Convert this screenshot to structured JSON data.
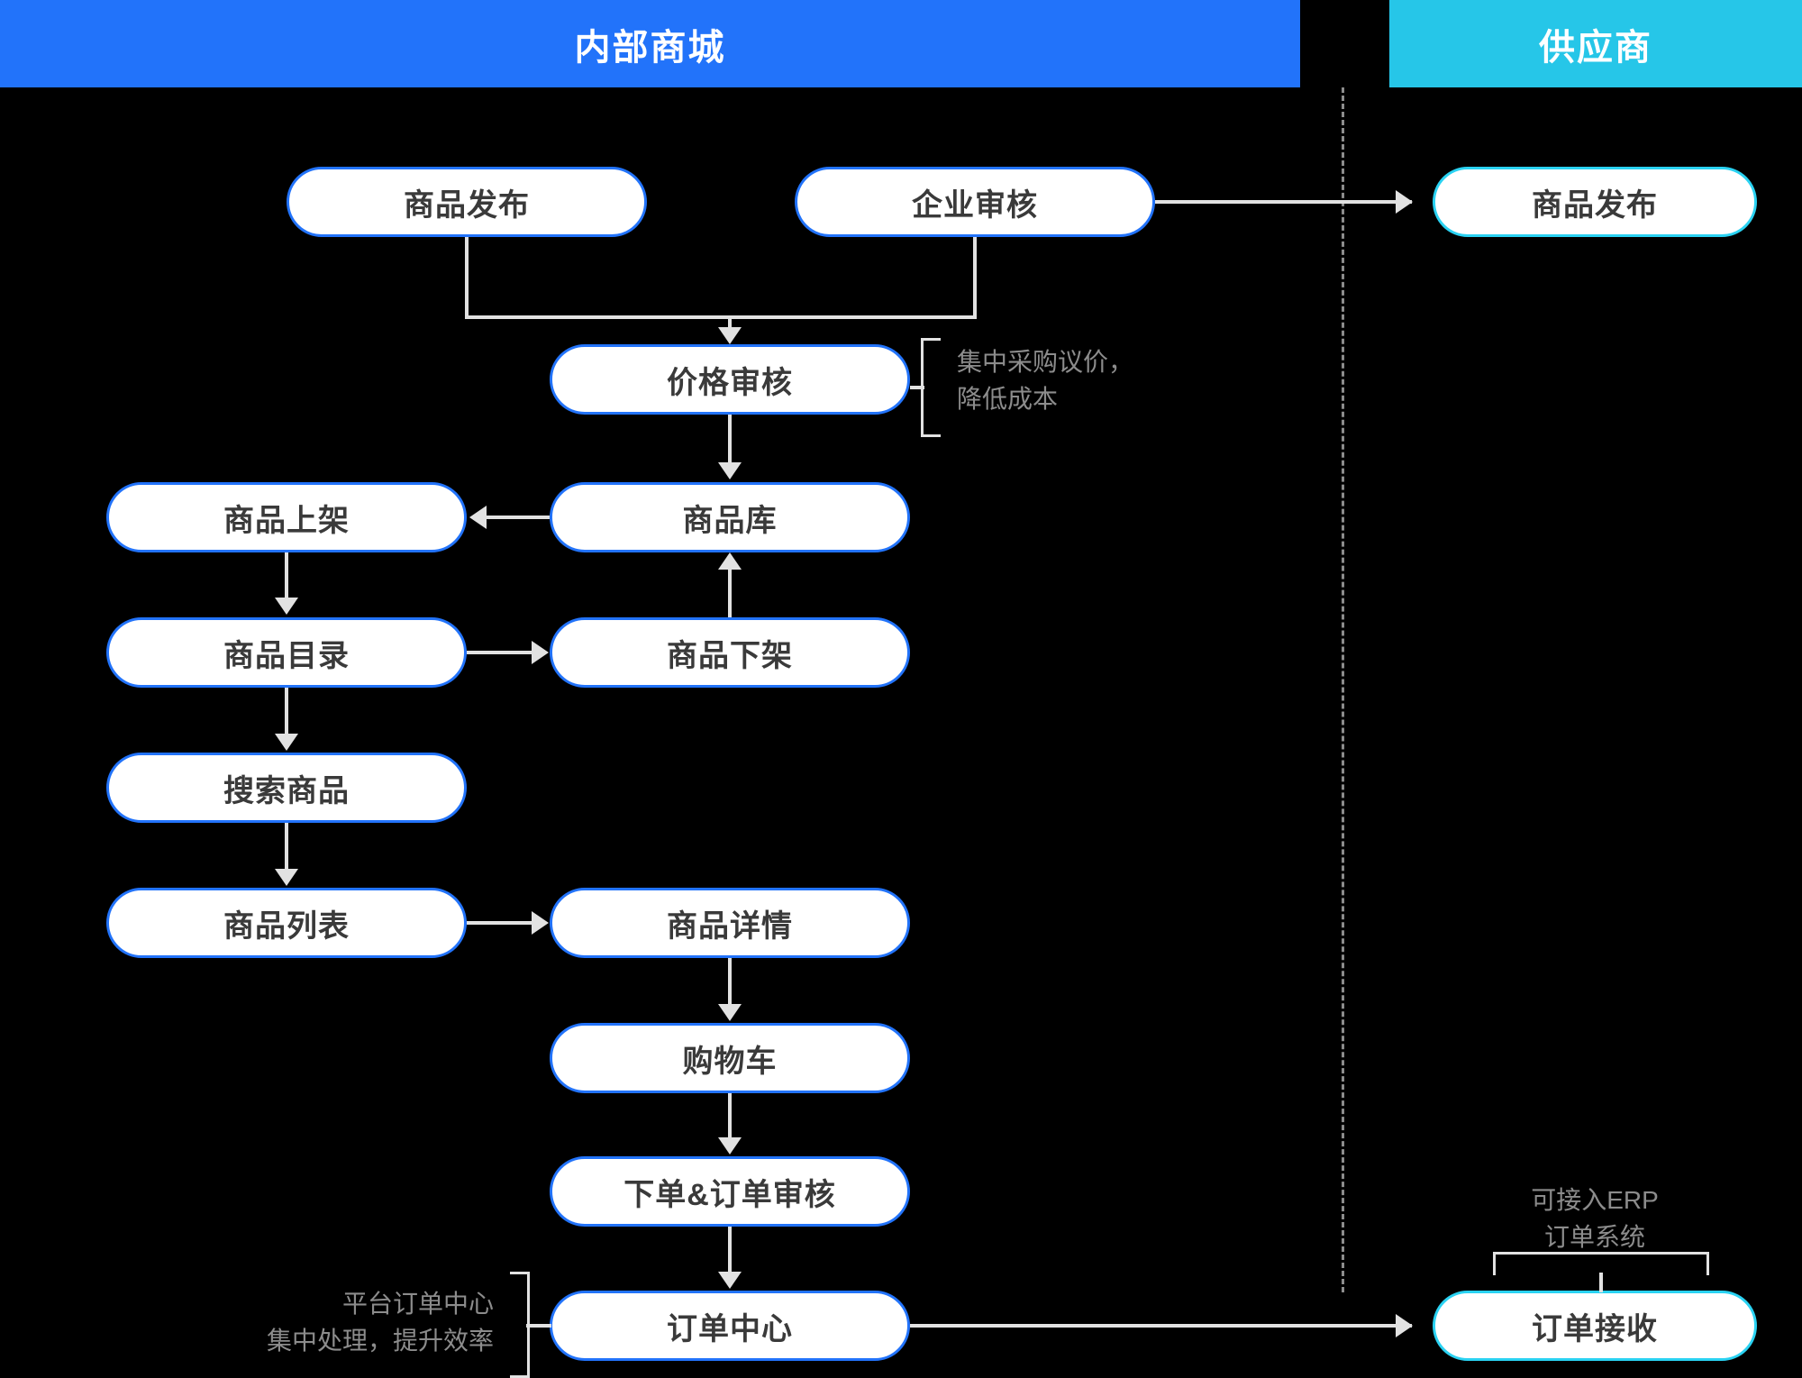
{
  "lanes": {
    "internal": {
      "title": "内部商城",
      "color": "#2273fa"
    },
    "supplier": {
      "title": "供应商",
      "color": "#26c6e8"
    }
  },
  "nodes": {
    "product_publish_internal": "商品发布",
    "enterprise_review": "企业审核",
    "product_publish_supplier": "商品发布",
    "price_review": "价格审核",
    "product_listing_on": "商品上架",
    "product_library": "商品库",
    "product_catalog": "商品目录",
    "product_listing_off": "商品下架",
    "search_product": "搜索商品",
    "product_list": "商品列表",
    "product_detail": "商品详情",
    "shopping_cart": "购物车",
    "place_order_review": "下单&订单审核",
    "order_center": "订单中心",
    "order_receive": "订单接收"
  },
  "annotations": {
    "price_review_note": "集中采购议价，\n降低成本",
    "order_center_note": "平台订单中心\n集中处理，提升效率",
    "erp_note": "可接入ERP\n订单系统"
  },
  "colors": {
    "background": "#000000",
    "node_fill": "#ffffff",
    "node_border_internal": "#2273fa",
    "node_border_supplier": "#2ad2f2",
    "connector": "#e2e2e2",
    "annotation_text": "#8c8c8c",
    "node_text": "#3a3a3a",
    "divider": "#8d8d8d"
  }
}
